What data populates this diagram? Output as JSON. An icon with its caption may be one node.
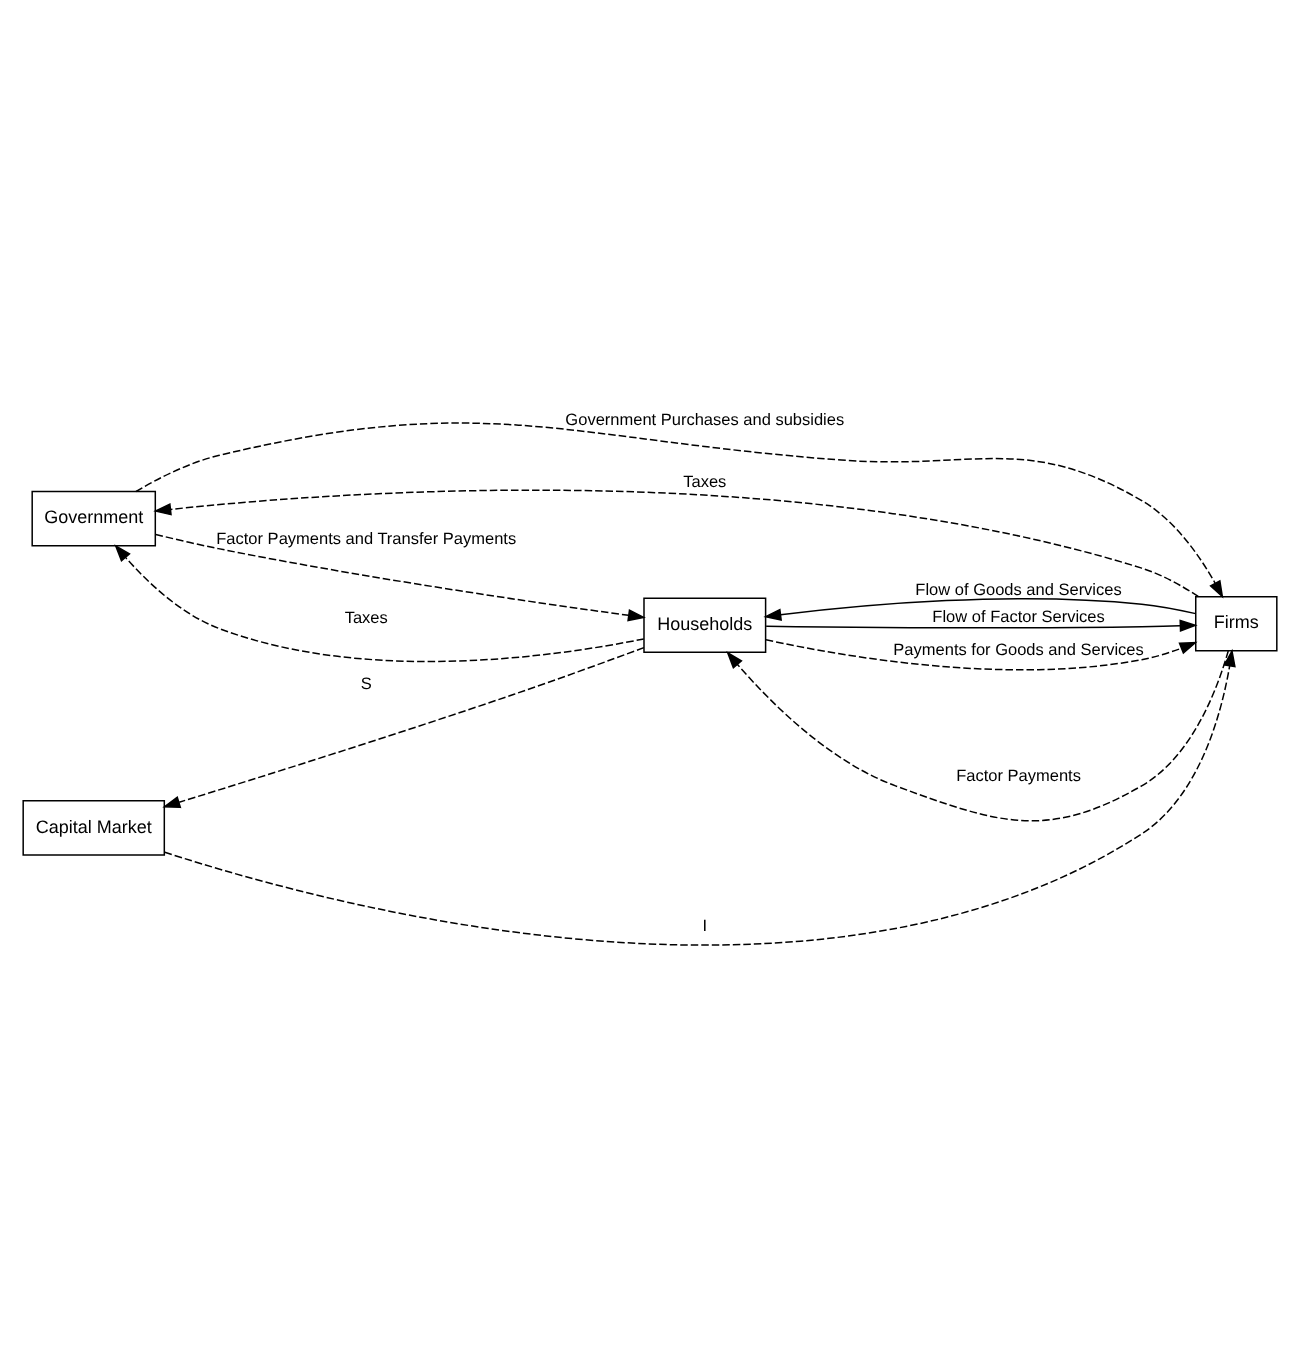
{
  "diagram": {
    "nodes": [
      {
        "text": [
          "Government"
        ]
      },
      {
        "text": [
          "Households"
        ]
      },
      {
        "text": [
          "Capital Market"
        ]
      },
      {
        "text": [
          "Firms"
        ]
      }
    ],
    "edges": [
      {
        "from": 0,
        "to": 1,
        "arrow": "to",
        "style": "dashed",
        "label": "Factor Payments and Transfer Payments"
      },
      {
        "from": 1,
        "to": 0,
        "arrow": "to",
        "style": "dashed",
        "label": "Taxes"
      },
      {
        "from": 3,
        "to": 0,
        "arrow": "to",
        "style": "dashed",
        "label": "Taxes"
      },
      {
        "from": 0,
        "to": 3,
        "arrow": "to",
        "style": "dashed",
        "label": "Government Purchases and subsidies"
      },
      {
        "from": 1,
        "to": 3,
        "arrow": "to",
        "label": "Flow of Factor Services"
      },
      {
        "from": 3,
        "to": 1,
        "arrow": "to",
        "style": "dashed",
        "label": "Factor Payments"
      },
      {
        "from": 1,
        "to": 2,
        "arrow": "to",
        "style": "dashed",
        "label": "S"
      },
      {
        "from": 2,
        "to": 3,
        "arrow": "to",
        "style": "dashed",
        "label": "I"
      },
      {
        "from": 1,
        "to": 3,
        "arrow": "to",
        "style": "dashed",
        "label": "Payments for Goods and Services"
      },
      {
        "from": 3,
        "to": 1,
        "arrow": "to",
        "label": "Flow of Goods and Services"
      }
    ]
  }
}
